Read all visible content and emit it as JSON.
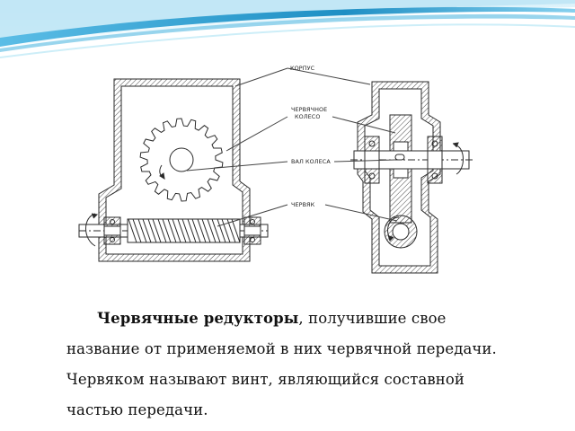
{
  "diagram": {
    "labels": {
      "housing": "КОРПУС",
      "worm_wheel_line1": "ЧЕРВЯЧНОЕ",
      "worm_wheel_line2": "КОЛЕСО",
      "wheel_shaft": "ВАЛ КОЛЕСА",
      "worm": "ЧЕРВЯК"
    }
  },
  "caption": {
    "bold": "Червячные редукторы",
    "text": ", получившие свое название от применяемой в них червячной передачи. Червяком называют винт, являющийся составной частью передачи."
  },
  "colors": {
    "wave_dark": "#1e8fc4",
    "wave_light": "#b9e3f3",
    "line": "#2a2a2a"
  }
}
